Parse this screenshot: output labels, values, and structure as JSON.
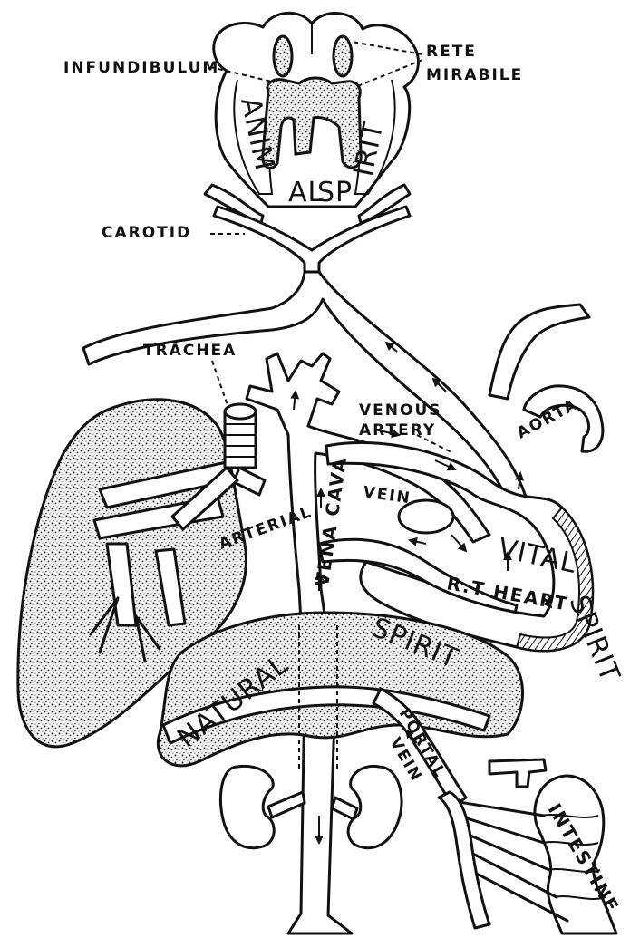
{
  "labels": {
    "infundibulum": "INFUNDIBULUM",
    "rete_line1": "RETE",
    "rete_line2": "MIRABILE",
    "animal": "ANIM",
    "al": "AL",
    "sp": "SP",
    "irit": "IRIT",
    "carotid": "CAROTID",
    "trachea": "TRACHEA",
    "venous_line1": "VENOUS",
    "venous_line2": "ARTERY",
    "aorta": "AORTA",
    "vena_cava": "VENA CAVA",
    "vein": "VEIN",
    "arterial": "ARTERIAL",
    "vital": "VITAL",
    "spirit_vital": "SPIRIT",
    "rt_heart": "R.T HEART",
    "spirit_natural": "SPIRIT",
    "natural": "NATURAL",
    "portal": "PORTAL",
    "portal_vein": "VEIN",
    "intestine": "INTESTINE"
  }
}
